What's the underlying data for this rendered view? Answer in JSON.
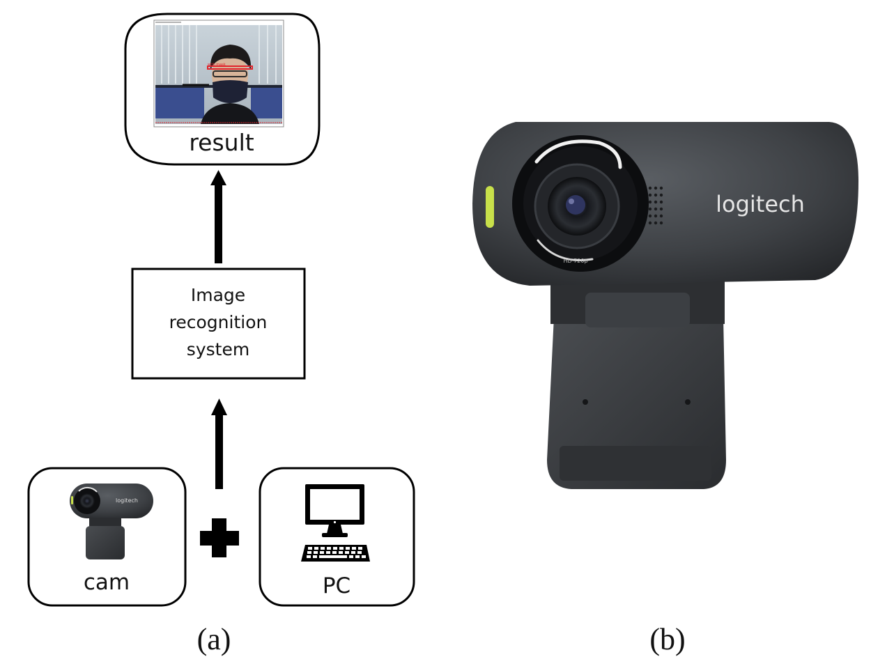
{
  "panel_a": {
    "result_label": "result",
    "process_label_lines": [
      "Image",
      "recognition",
      "system"
    ],
    "cam_label": "cam",
    "pc_label": "PC",
    "caption": "(a)"
  },
  "panel_b": {
    "brand_text": "logitech",
    "lens_text": "HD 720p",
    "caption": "(b)"
  },
  "colors": {
    "ink": "#000000",
    "camera_body": "#3f4246",
    "status_led": "#c8e04a",
    "detection_box": "#e0242b"
  }
}
